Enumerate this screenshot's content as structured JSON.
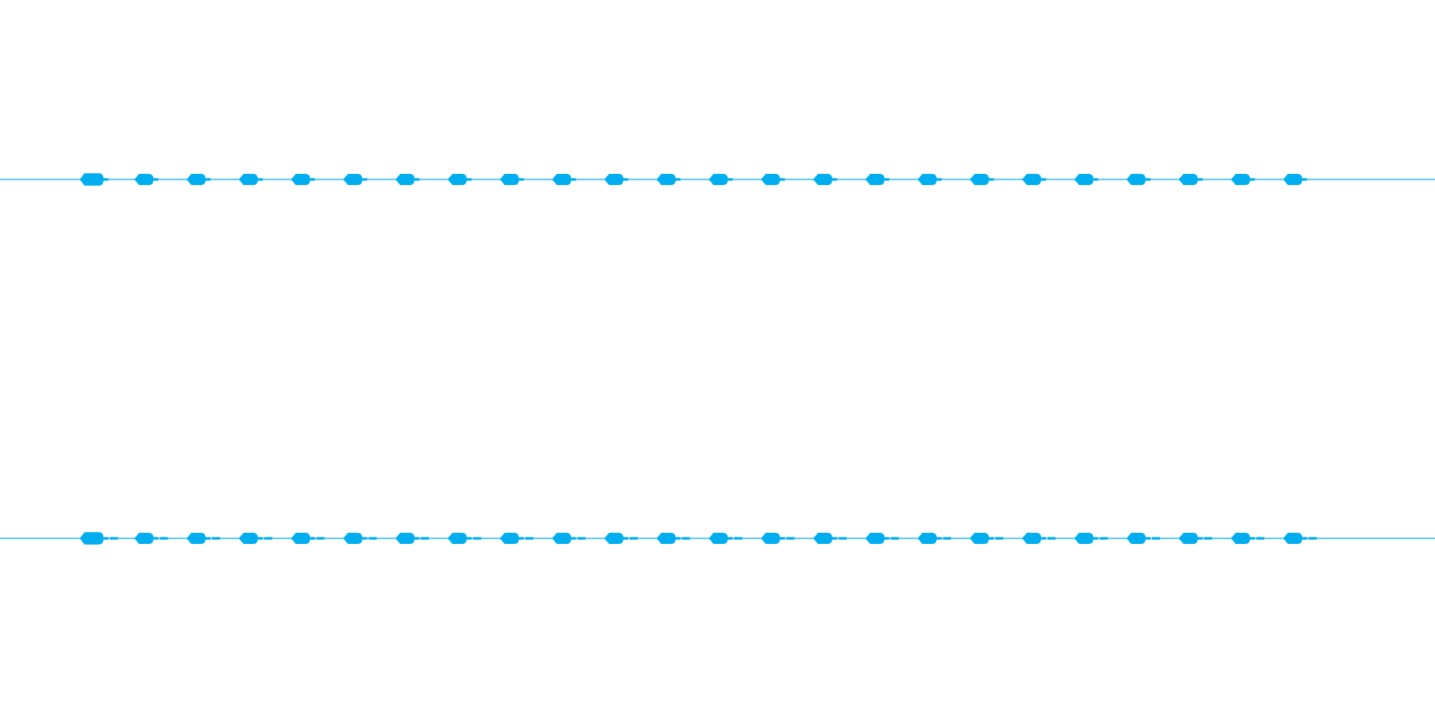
{
  "colors": {
    "accent": "#00aeef",
    "background": "#ffffff"
  },
  "chart_data": {
    "type": "line",
    "title": "",
    "xlabel": "",
    "ylabel": "",
    "grid": false,
    "legend": "none",
    "x": [
      1,
      2,
      3,
      4,
      5,
      6,
      7,
      8,
      9,
      10,
      11,
      12,
      13,
      14,
      15,
      16,
      17,
      18,
      19,
      20,
      21,
      22,
      23,
      24
    ],
    "series": [
      {
        "values": [
          1,
          1,
          1,
          1,
          1,
          1,
          1,
          1,
          1,
          1,
          1,
          1,
          1,
          1,
          1,
          1,
          1,
          1,
          1,
          1,
          1,
          1,
          1,
          1
        ]
      },
      {
        "values": [
          1,
          1,
          1,
          1,
          1,
          1,
          1,
          1,
          1,
          1,
          1,
          1,
          1,
          1,
          1,
          1,
          1,
          1,
          1,
          1,
          1,
          1,
          1,
          1
        ]
      }
    ]
  }
}
